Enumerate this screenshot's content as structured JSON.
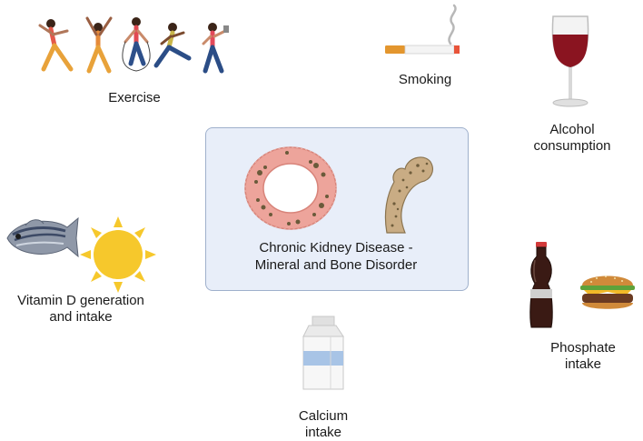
{
  "center": {
    "line1": "Chronic Kidney Disease -",
    "line2": "Mineral and Bone Disorder"
  },
  "factors": {
    "exercise": "Exercise",
    "smoking": "Smoking",
    "alcohol_line1": "Alcohol",
    "alcohol_line2": "consumption",
    "vitamin_d_line1": "Vitamin D generation",
    "vitamin_d_line2": "and intake",
    "phosphate_line1": "Phosphate",
    "phosphate_line2": "intake",
    "calcium_line1": "Calcium",
    "calcium_line2": "intake"
  },
  "colors": {
    "box_fill": "#e8eef9",
    "box_border": "#9fb0cc",
    "bone_ring": "#e8a39a",
    "bone_tissue": "#c9ac84",
    "wine": "#8a1420",
    "sun": "#f6c82c"
  }
}
